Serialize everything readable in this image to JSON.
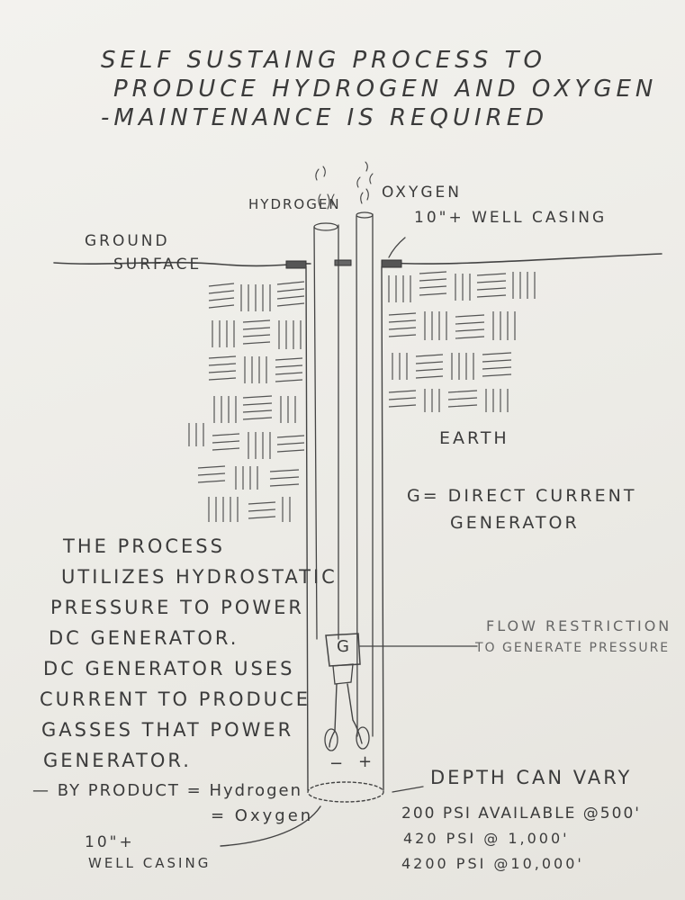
{
  "title": {
    "line1": "SELF SUSTAING PROCESS TO",
    "line2": "PRODUCE HYDROGEN AND OXYGEN",
    "line3": "-MAINTENANCE IS REQUIRED"
  },
  "labels": {
    "hydrogen": "HYDROGEN",
    "oxygen": "OXYGEN",
    "casing_top": "10\"+ WELL CASING",
    "ground": "GROUND",
    "surface": "SURFACE",
    "earth": "EARTH",
    "generator_def_1": "G= DIRECT CURRENT",
    "generator_def_2": "GENERATOR",
    "generator_symbol": "G",
    "flow_1": "FLOW RESTRICTION",
    "flow_2": "TO GENERATE PRESSURE",
    "minus": "−",
    "plus": "+",
    "depth_1": "DEPTH CAN VARY",
    "depth_2": "200 PSI AVAILABLE @500'",
    "depth_3": "420 PSI @ 1,000'",
    "depth_4": "4200 PSI @10,000'",
    "casing_bottom_1": "10\"+",
    "casing_bottom_2": "WELL CASING"
  },
  "process": {
    "line1": "THE PROCESS",
    "line2": "UTILIZES HYDROSTATIC",
    "line3": "PRESSURE TO POWER",
    "line4": "DC GENERATOR.",
    "line5": "DC GENERATOR USES",
    "line6": "CURRENT TO PRODUCE",
    "line7": "GASSES THAT POWER",
    "line8": "GENERATOR.",
    "line9": "— BY PRODUCT = Hydrogen",
    "line10": "= Oxygen"
  },
  "colors": {
    "ink": "#3b3b3b",
    "paper": "#efeee9"
  }
}
